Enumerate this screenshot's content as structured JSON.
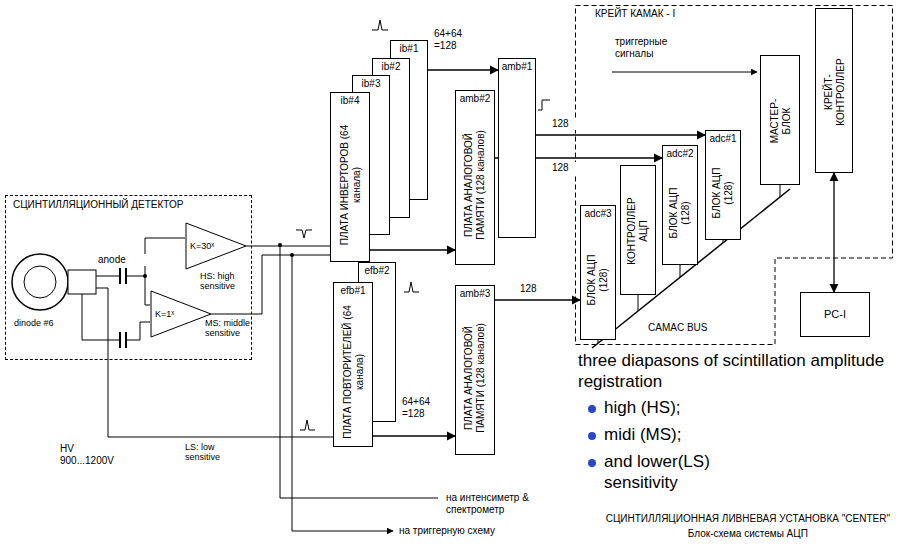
{
  "diagram": {
    "title": "СЦИНТИЛЛЯЦИОННАЯ ЛИВНЕВАЯ УСТАНОВКА \"CENTER\"",
    "caption": "Блок-схема системы АЦП",
    "nodes": [
      {
        "text": [
          "СЦИНТИЛЛЯЦИОННЫЙ ДЕТЕКТОР"
        ]
      },
      {
        "text": [
          "K=30ˣ"
        ],
        "in": 0
      },
      {
        "text": [
          "K=1ˣ"
        ],
        "in": 0
      },
      {
        "text": [
          "ib#1"
        ]
      },
      {
        "text": [
          "ib#2"
        ]
      },
      {
        "text": [
          "ib#3"
        ]
      },
      {
        "text": [
          "ib#4",
          "ПЛАТА ИНВЕРТОРОВ (64 канала)"
        ]
      },
      {
        "text": [
          "amb#1"
        ]
      },
      {
        "text": [
          "amb#2",
          "ПЛАТА АНАЛОГОВОЙ ПАМЯТИ (128 каналов)"
        ]
      },
      {
        "text": [
          "efb#2"
        ]
      },
      {
        "text": [
          "efb#1",
          "ПЛАТА ПОВТОРИТЕЛЕЙ (64 канала)"
        ]
      },
      {
        "text": [
          "amb#3",
          "ПЛАТА АНАЛОГОВОЙ ПАМЯТИ (128 каналов)"
        ]
      },
      {
        "text": [
          "КРЕЙТ КАМАК - I"
        ]
      },
      {
        "text": [
          "КРЕЙТ-КОНТРОЛЛЕР"
        ],
        "in": 12
      },
      {
        "text": [
          "МАСТЕР-БЛОК"
        ],
        "in": 12
      },
      {
        "text": [
          "adc#1",
          "БЛОК АЦП (128)"
        ],
        "in": 12
      },
      {
        "text": [
          "adc#2",
          "БЛОК АЦП (128)"
        ],
        "in": 12
      },
      {
        "text": [
          "КОНТРОЛЛЕР АЦП"
        ],
        "in": 12
      },
      {
        "text": [
          "adc#3",
          "БЛОК АЦП (128)"
        ],
        "in": 12
      },
      {
        "text": [
          "PC-I"
        ]
      }
    ],
    "edges": [
      {
        "from": 1,
        "to": 6,
        "arrow": "none",
        "label": "HS: high sensitive"
      },
      {
        "from": 2,
        "to": 6,
        "arrow": "none",
        "label": "MS: middle sensitive"
      },
      {
        "from": 0,
        "to": 10,
        "arrow": "none",
        "label": "LS: low sensitive"
      },
      {
        "from": 3,
        "to": 7,
        "arrow": "to",
        "label": "64+64 =128"
      },
      {
        "from": 6,
        "to": 8,
        "arrow": "to"
      },
      {
        "from": 10,
        "to": 11,
        "arrow": "to",
        "label": "64+64 =128"
      },
      {
        "from": 7,
        "to": 15,
        "arrow": "to",
        "label": "128"
      },
      {
        "from": 8,
        "to": 16,
        "arrow": "to",
        "label": "128"
      },
      {
        "from": 11,
        "to": 18,
        "arrow": "to",
        "label": "128"
      },
      {
        "from": 13,
        "to": 19,
        "arrow": "both"
      }
    ],
    "labels": [
      "anode",
      "dinode #6",
      "HV 900...1200V",
      "триггерные сигналы",
      "CAMAC BUS",
      "на интенсиметр & спектрометр",
      "на триггерную схему",
      "three diapasons of scintillation amplitude registration",
      "high (HS);",
      "midi (MS);",
      "and lower(LS) sensitivity"
    ]
  }
}
